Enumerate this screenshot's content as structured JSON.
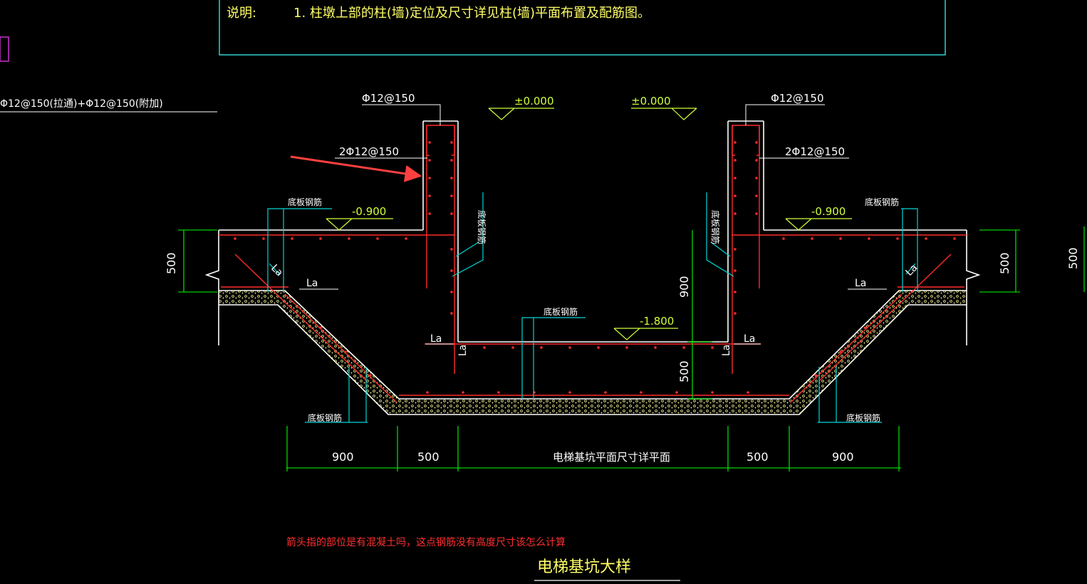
{
  "colors": {
    "background": "#000000",
    "concrete": "#ffffff",
    "rebar": "#ff2a2a",
    "dimension": "#00ff00",
    "leader": "#00d5d5",
    "elevation": "#d0ff3a",
    "label": "#ffffff",
    "title": "#ffff66",
    "note_box": "#2fd0d0",
    "annotation": "#ff3030",
    "hatch": "#ffff99"
  },
  "note": {
    "label": "说明:",
    "item": "1. 柱墩上部的柱(墙)定位及尺寸详见柱(墙)平面布置及配筋图。"
  },
  "left_partial": {
    "rebar_spec": "Φ12@150(拉通)+Φ12@150(附加)",
    "edge_char": "国"
  },
  "rebar_labels": {
    "left_top": "Φ12@150",
    "right_top": "Φ12@150",
    "left_mid": "2Φ12@150",
    "right_mid": "2Φ12@150"
  },
  "elevations": {
    "left_top": "±0.000",
    "right_top": "±0.000",
    "left_slab": "-0.900",
    "right_slab": "-0.900",
    "pit_bottom": "-1.800"
  },
  "anchor_labels": {
    "la": "La",
    "bottom_bar": "底板钢筋"
  },
  "dimensions": {
    "left_height": "500",
    "right_height": "500",
    "far_right_height": "500",
    "pit_depth": "900",
    "bottom_thickness": "500",
    "bottom": [
      "900",
      "500",
      "电梯基坑平面尺寸详平面",
      "500",
      "900"
    ]
  },
  "question": "箭头指的部位是有混凝土吗，这点钢筋没有高度尺寸该怎么计算",
  "title": "电梯基坑大样"
}
